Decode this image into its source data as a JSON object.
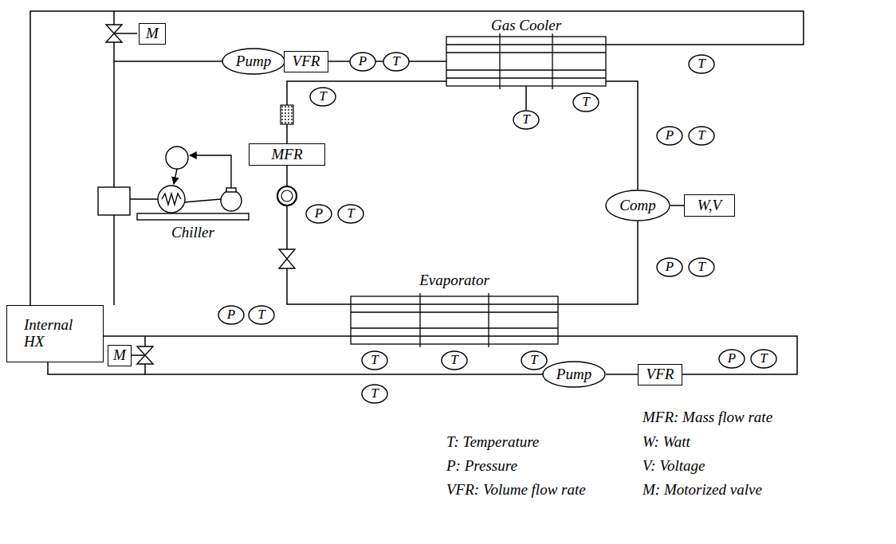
{
  "diagram": {
    "nodes": [
      {
        "text": [
          "M"
        ]
      },
      {
        "text": [
          "Pump"
        ]
      },
      {
        "text": [
          "VFR"
        ]
      },
      {
        "text": [
          "P"
        ]
      },
      {
        "text": [
          "T"
        ]
      },
      {
        "text": [
          "Gas Cooler"
        ]
      },
      {
        "text": [
          "T"
        ]
      },
      {
        "text": [
          "T"
        ]
      },
      {
        "text": [
          "T"
        ]
      },
      {
        "text": [
          "MFR"
        ]
      },
      {
        "text": [
          "T"
        ]
      },
      {
        "text": [
          "P"
        ]
      },
      {
        "text": [
          "T"
        ]
      },
      {
        "text": [
          "Comp"
        ]
      },
      {
        "text": [
          "W,V"
        ]
      },
      {
        "text": [
          "P"
        ]
      },
      {
        "text": [
          "T"
        ]
      },
      {
        "text": [
          "P"
        ]
      },
      {
        "text": [
          "T"
        ]
      },
      {
        "text": [
          "P"
        ]
      },
      {
        "text": [
          "T"
        ]
      },
      {
        "text": [
          "Evaporator"
        ]
      },
      {
        "text": [
          "Internal HX"
        ]
      },
      {
        "text": [
          "M"
        ]
      },
      {
        "text": [
          "T"
        ]
      },
      {
        "text": [
          "T"
        ]
      },
      {
        "text": [
          "T"
        ]
      },
      {
        "text": [
          "P"
        ]
      },
      {
        "text": [
          "T"
        ]
      },
      {
        "text": [
          "Pump"
        ]
      },
      {
        "text": [
          "VFR"
        ]
      },
      {
        "text": [
          "T"
        ]
      }
    ],
    "edges": [
      {
        "from": 1,
        "to": 2,
        "arrow": "none"
      },
      {
        "from": 2,
        "to": 5,
        "arrow": "none"
      },
      {
        "from": 5,
        "to": 9,
        "arrow": "none"
      },
      {
        "from": 21,
        "to": 13,
        "arrow": "none"
      },
      {
        "from": 13,
        "to": 5,
        "arrow": "none"
      },
      {
        "from": 13,
        "to": 14,
        "arrow": "none"
      },
      {
        "from": 29,
        "to": 30,
        "arrow": "none"
      },
      {
        "from": 9,
        "to": 21,
        "arrow": "none"
      },
      {
        "from": 22,
        "to": 21,
        "arrow": "none"
      }
    ],
    "labels": [
      "Chiller"
    ],
    "legend": [
      {
        "text": "MFR: Mass flow rate"
      },
      {
        "text": "T: Temperature"
      },
      {
        "text": "W: Watt"
      },
      {
        "text": "P: Pressure"
      },
      {
        "text": "V: Voltage"
      },
      {
        "text": "VFR: Volume flow rate"
      },
      {
        "text": "M: Motorized valve"
      }
    ]
  }
}
